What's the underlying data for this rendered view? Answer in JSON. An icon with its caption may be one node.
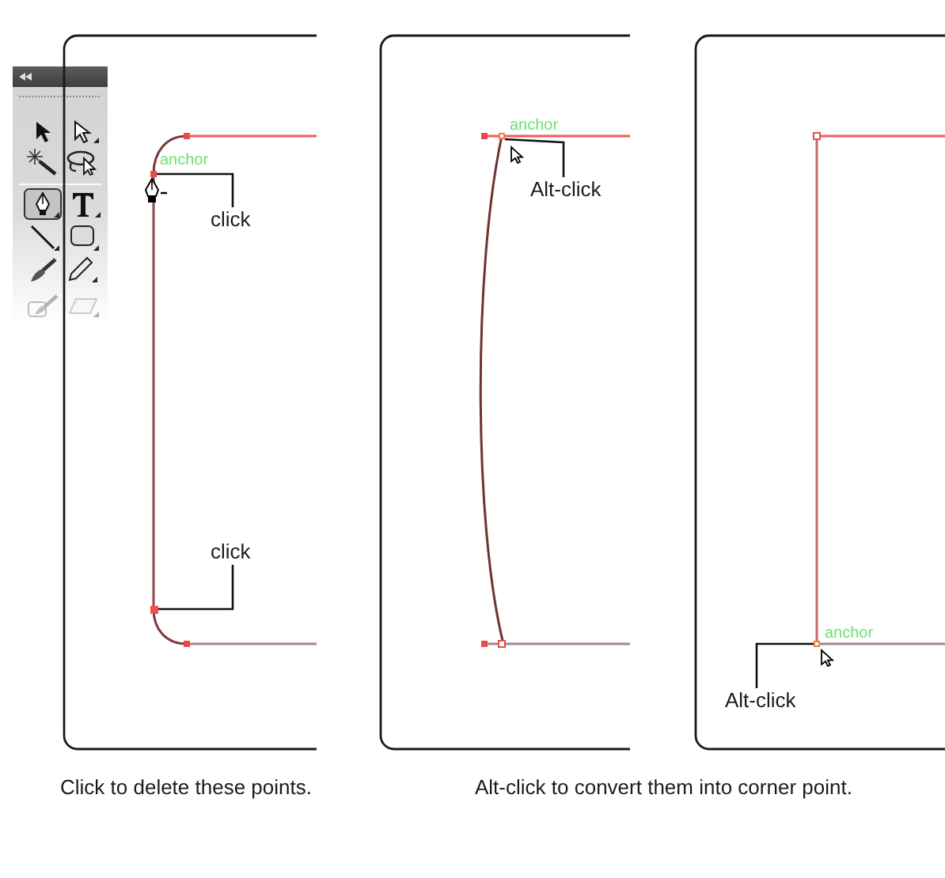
{
  "diagram": {
    "nodes": [
      {
        "text": [],
        "shape": "box"
      },
      {
        "text": [],
        "shape": "box",
        "in": 0,
        "beside": [
          "anchor"
        ]
      },
      {
        "text": [
          "click"
        ],
        "in": 0
      },
      {
        "text": [
          "click"
        ],
        "in": 0
      },
      {
        "text": [],
        "shape": "box",
        "in": 0
      },
      {
        "text": [],
        "shape": "box"
      },
      {
        "text": [],
        "shape": "box",
        "in": 5,
        "beside": [
          "anchor"
        ]
      },
      {
        "text": [
          "Alt-click"
        ],
        "in": 5
      },
      {
        "text": [],
        "shape": "box"
      },
      {
        "text": [],
        "shape": "box",
        "in": 8,
        "beside": [
          "anchor"
        ]
      },
      {
        "text": [
          "Alt-click"
        ],
        "in": 8
      }
    ],
    "edges": [
      {
        "from": 2,
        "to": 1,
        "arrow": "none"
      },
      {
        "from": 3,
        "to": 4,
        "arrow": "none"
      },
      {
        "from": 7,
        "to": 6,
        "arrow": "none"
      },
      {
        "from": 10,
        "to": 9,
        "arrow": "none"
      }
    ],
    "labels": [
      "Click to delete these points.",
      "Alt-click to convert them into corner point."
    ]
  }
}
